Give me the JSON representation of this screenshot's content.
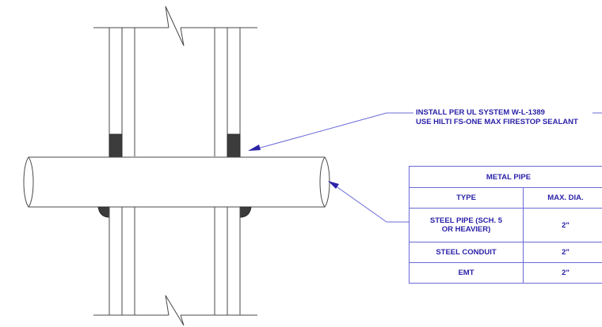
{
  "annotation": {
    "lines": [
      "INSTALL PER UL SYSTEM W-L-1389",
      "USE HILTI FS-ONE MAX FIRESTOP SEALANT"
    ]
  },
  "table": {
    "title": "METAL PIPE",
    "headers": [
      "TYPE",
      "MAX. DIA."
    ],
    "rows": [
      {
        "type_lines": [
          "STEEL PIPE (SCH. 5",
          "OR HEAVIER)"
        ],
        "max": "2\""
      },
      {
        "type_lines": [
          "STEEL CONDUIT"
        ],
        "max": "2\""
      },
      {
        "type_lines": [
          "EMT"
        ],
        "max": "2\""
      }
    ]
  },
  "colors": {
    "drawing": "#4a4a4a",
    "annotation": "#2b22a8",
    "leader": "#6a6ad8",
    "sealant": "#3c3c3c"
  }
}
